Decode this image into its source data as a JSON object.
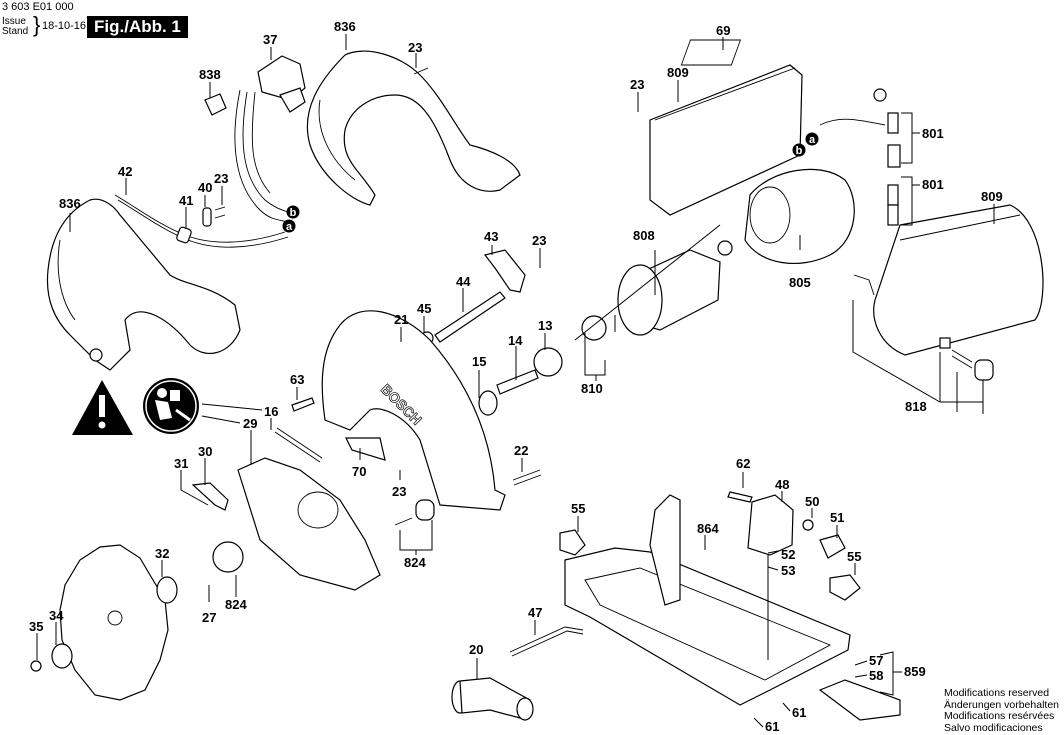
{
  "header": {
    "document_number": "3 603 E01 000",
    "issue_label": "Issue",
    "stand_label": "Stand",
    "issue_date": "18-10-16",
    "figure_label": "Fig./Abb. 1"
  },
  "footer_notes": [
    "Modifications reserved",
    "Änderungen vorbehalten",
    "Modifications resérvées",
    "Salvo modificaciones"
  ],
  "connector_tags": {
    "a": "a",
    "b": "b"
  },
  "part_labels": {
    "p836_top": "836",
    "p37": "37",
    "p838": "838",
    "p23_top": "23",
    "p42": "42",
    "p41": "41",
    "p40": "40",
    "p23_cord": "23",
    "p836_left": "836",
    "p69": "69",
    "p809_top": "809",
    "p23_housing": "23",
    "p801_a": "801",
    "p801_b": "801",
    "p809_right": "809",
    "p808": "808",
    "p805": "805",
    "p810": "810",
    "p818": "818",
    "p43": "43",
    "p23_lever": "23",
    "p44": "44",
    "p45": "45",
    "p21": "21",
    "p13": "13",
    "p14": "14",
    "p15": "15",
    "p63": "63",
    "p16": "16",
    "p29": "29",
    "p30": "30",
    "p31": "31",
    "p70": "70",
    "p23_guard": "23",
    "p22": "22",
    "p824_mid": "824",
    "p32": "32",
    "p824_left": "824",
    "p27": "27",
    "p34": "34",
    "p35": "35",
    "p62": "62",
    "p48": "48",
    "p50": "50",
    "p51": "51",
    "p55_left": "55",
    "p864": "864",
    "p52": "52",
    "p53": "53",
    "p55_right": "55",
    "p47": "47",
    "p20": "20",
    "p57": "57",
    "p58": "58",
    "p859": "859",
    "p61_a": "61",
    "p61_b": "61"
  },
  "symbols": {
    "warning": "warning-triangle",
    "read_manual": "read-manual-sign"
  }
}
